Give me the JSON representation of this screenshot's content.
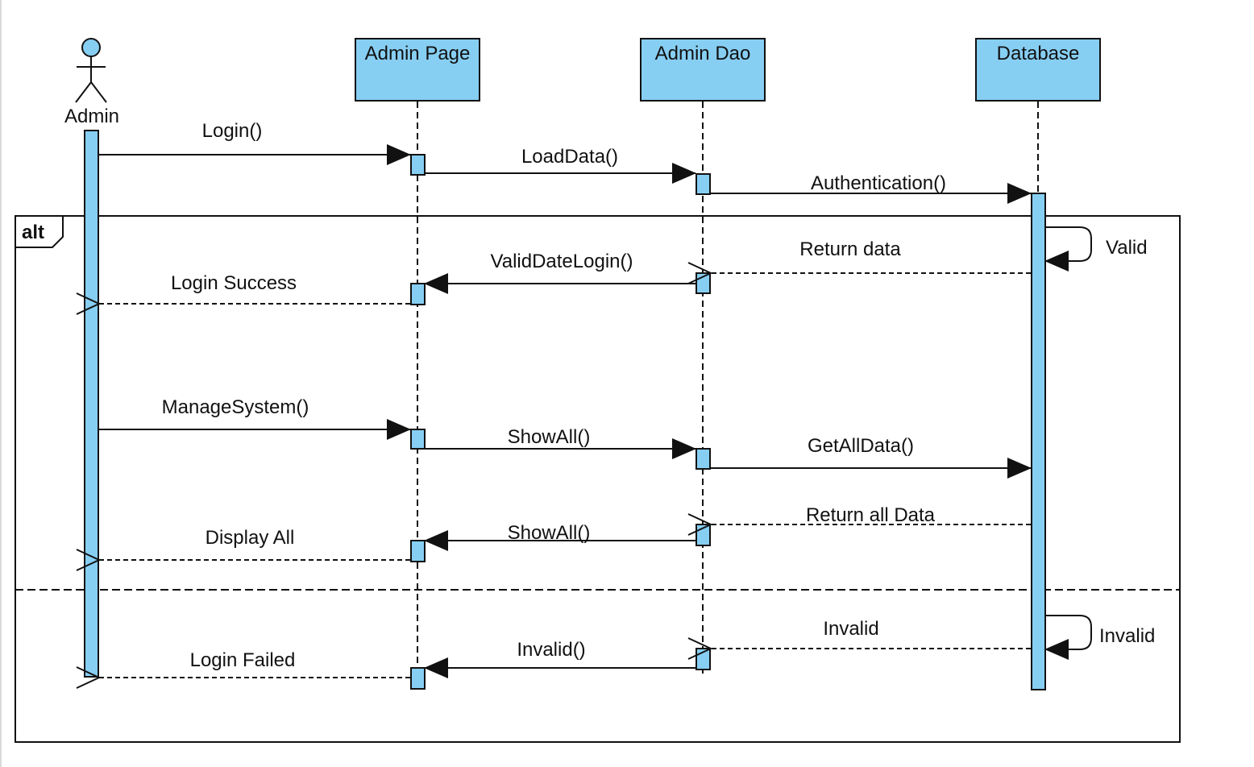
{
  "colors": {
    "fill": "#87cef3",
    "stroke": "#111111",
    "background": "#ffffff"
  },
  "actor": {
    "name": "Admin"
  },
  "lifelines": [
    {
      "id": "page",
      "name": "Admin Page"
    },
    {
      "id": "dao",
      "name": "Admin Dao"
    },
    {
      "id": "db",
      "name": "Database"
    }
  ],
  "fragment": {
    "operator": "alt"
  },
  "messages": [
    {
      "id": "login",
      "label": "Login()",
      "kind": "sync"
    },
    {
      "id": "loaddata",
      "label": "LoadData()",
      "kind": "sync"
    },
    {
      "id": "authentication",
      "label": "Authentication()",
      "kind": "sync"
    },
    {
      "id": "valid-self",
      "label": "Valid",
      "kind": "self"
    },
    {
      "id": "return-data",
      "label": "Return data",
      "kind": "reply"
    },
    {
      "id": "validdatelogin",
      "label": "ValidDateLogin()",
      "kind": "sync"
    },
    {
      "id": "login-success",
      "label": "Login Success",
      "kind": "reply"
    },
    {
      "id": "managesystem",
      "label": "ManageSystem()",
      "kind": "sync"
    },
    {
      "id": "showall-1",
      "label": "ShowAll()",
      "kind": "sync"
    },
    {
      "id": "getalldata",
      "label": "GetAllData()",
      "kind": "sync"
    },
    {
      "id": "return-all-data",
      "label": "Return all Data",
      "kind": "reply"
    },
    {
      "id": "showall-2",
      "label": "ShowAll()",
      "kind": "sync"
    },
    {
      "id": "display-all",
      "label": "Display All",
      "kind": "reply"
    },
    {
      "id": "invalid-self",
      "label": "Invalid",
      "kind": "self"
    },
    {
      "id": "invalid-return",
      "label": "Invalid",
      "kind": "reply"
    },
    {
      "id": "invalid-call",
      "label": "Invalid()",
      "kind": "sync"
    },
    {
      "id": "login-failed",
      "label": "Login Failed",
      "kind": "reply"
    }
  ]
}
